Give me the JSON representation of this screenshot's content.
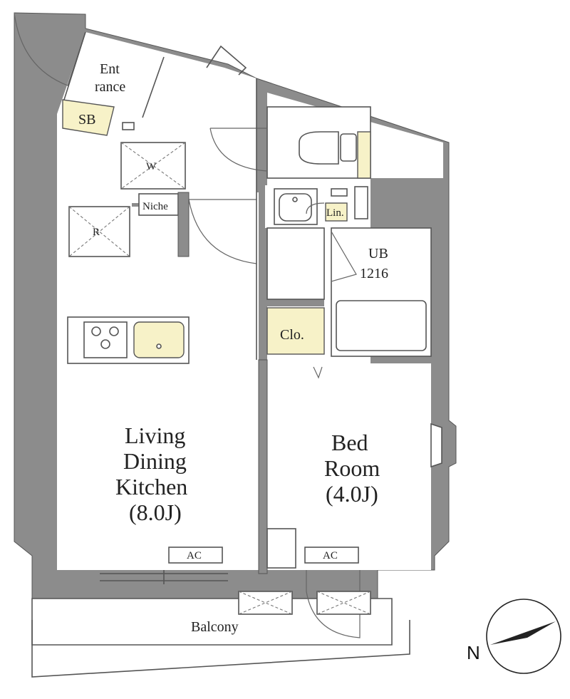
{
  "rooms": {
    "entrance": "Ent\nrance",
    "shoe_box": "SB",
    "washer": "W",
    "niche": "Niche",
    "refrigerator": "R",
    "linen": "Lin.",
    "unit_bath": "UB\n1216",
    "closet": "Clo.",
    "ldk": "Living\nDining\nKitchen\n(8.0J)",
    "bedroom": "Bed\nRoom\n(4.0J)",
    "balcony": "Balcony"
  },
  "ac_units": [
    "AC",
    "AC"
  ],
  "compass": {
    "label": "N"
  },
  "colors": {
    "wall": "#8c8c8c",
    "storage": "#f7f2c8",
    "background": "#ffffff"
  }
}
